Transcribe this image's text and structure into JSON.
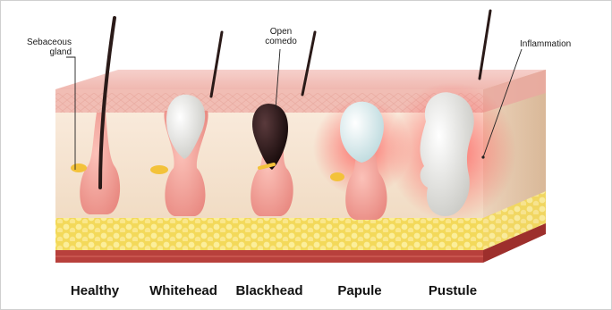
{
  "diagram": {
    "callouts": {
      "sebaceous_gland": "Sebaceous\ngland",
      "open_comedo": "Open\ncomedo",
      "inflammation": "Inflammation"
    },
    "stages": [
      {
        "label": "Healthy"
      },
      {
        "label": "Whitehead"
      },
      {
        "label": "Blackhead"
      },
      {
        "label": "Papule"
      },
      {
        "label": "Pustule"
      }
    ],
    "colors": {
      "epidermis": "#f5c9c2",
      "dermis": "#f6e6d2",
      "fat": "#f5e27a",
      "muscle": "#b53a3a",
      "follicle": "#f29a92",
      "sebum_white": "#f4f4f0",
      "sebum_black": "#1b0f10",
      "inflammation": "#ff5a5a"
    }
  }
}
